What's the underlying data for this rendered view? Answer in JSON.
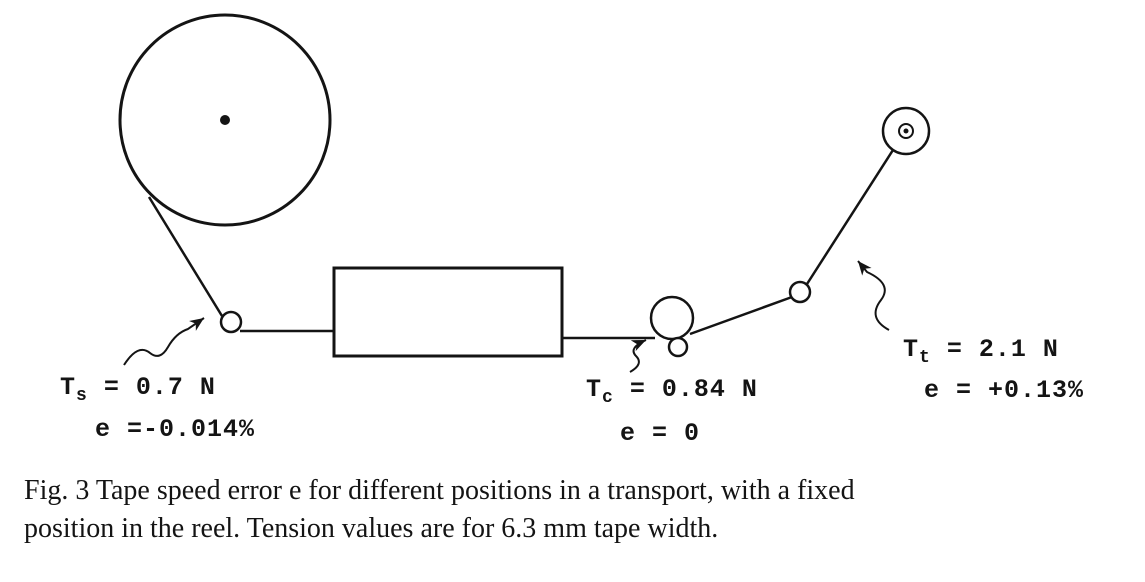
{
  "figure": {
    "labels": {
      "supply": {
        "sym": "T",
        "sub": "s",
        "rest": " = 0.7 N",
        "error": "e =-0.014%"
      },
      "capstan": {
        "sym": "T",
        "sub": "c",
        "rest": " = 0.84 N",
        "error": "e = 0"
      },
      "takeup": {
        "sym": "T",
        "sub": "t",
        "rest": " = 2.1 N",
        "error": "e = +0.13%"
      }
    },
    "caption": {
      "line1": "Fig. 3  Tape speed error e for different positions in a transport, with a fixed",
      "line2": "position in the reel. Tension values are for 6.3 mm tape width."
    },
    "colors": {
      "ink": "#141414",
      "background": "#ffffff"
    }
  }
}
